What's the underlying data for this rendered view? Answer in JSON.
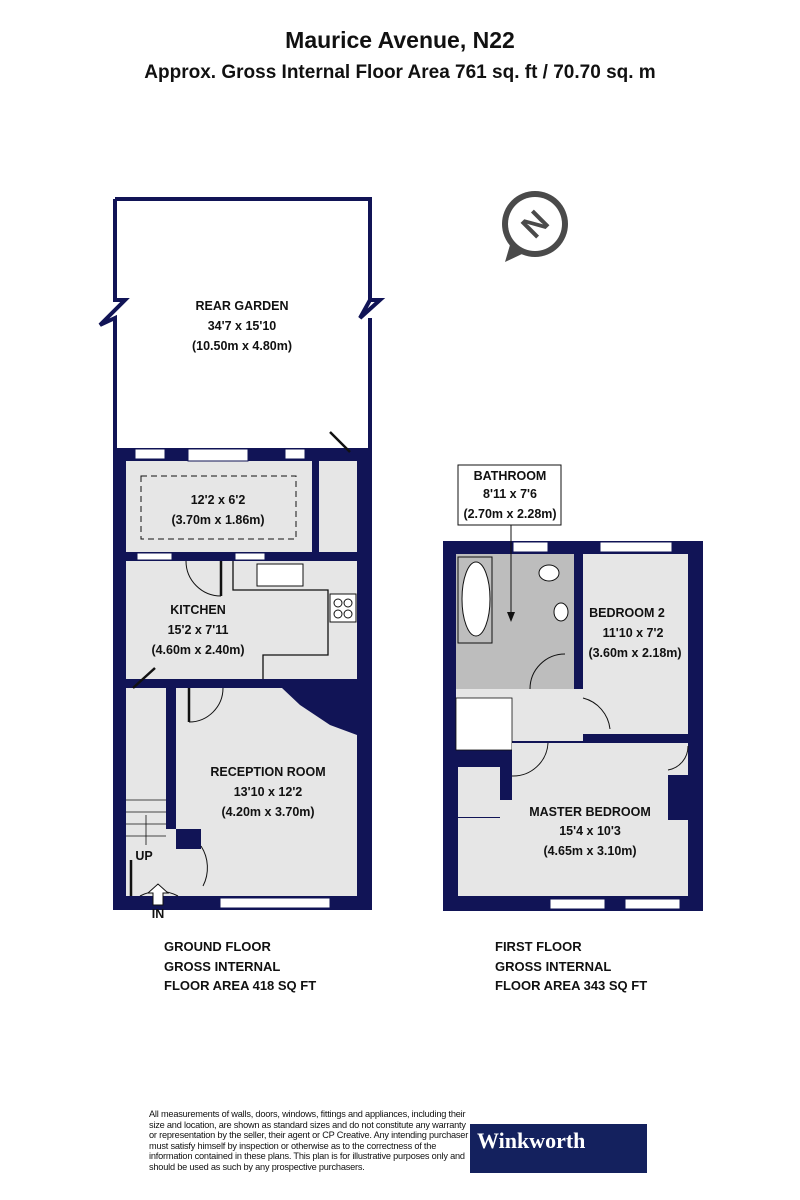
{
  "header": {
    "title": "Maurice Avenue, N22",
    "subtitle": "Approx. Gross Internal Floor Area 761 sq. ft / 70.70 sq. m"
  },
  "colors": {
    "walls": "#111456",
    "floor": "#e6e6e6",
    "logo_bg": "#14215e"
  },
  "compass": {
    "icon": "north-arrow-icon",
    "letter": "N"
  },
  "ground_floor": {
    "rooms": [
      {
        "name": "REAR GARDEN",
        "imperial": "34'7 x 15'10",
        "metric": "(10.50m x 4.80m)"
      },
      {
        "name": "",
        "imperial": "12'2 x 6'2",
        "metric": "(3.70m x 1.86m)"
      },
      {
        "name": "KITCHEN",
        "imperial": "15'2 x 7'11",
        "metric": "(4.60m x 2.40m)"
      },
      {
        "name": "RECEPTION ROOM",
        "imperial": "13'10 x 12'2",
        "metric": "(4.20m x 3.70m)"
      }
    ],
    "up_label": "UP",
    "in_label": "IN",
    "area_lines": [
      "GROUND FLOOR",
      "GROSS INTERNAL",
      "FLOOR AREA 418 SQ FT"
    ]
  },
  "first_floor": {
    "rooms": [
      {
        "name": "BATHROOM",
        "imperial": "8'11 x 7'6",
        "metric": "(2.70m x 2.28m)"
      },
      {
        "name": "BEDROOM 2",
        "imperial": "11'10 x 7'2",
        "metric": "(3.60m x 2.18m)"
      },
      {
        "name": "MASTER BEDROOM",
        "imperial": "15'4 x 10'3",
        "metric": "(4.65m x 3.10m)"
      }
    ],
    "area_lines": [
      "FIRST FLOOR",
      "GROSS INTERNAL",
      "FLOOR AREA 343 SQ FT"
    ]
  },
  "footer": {
    "disclaimer": "All measurements of walls, doors, windows, fittings and appliances, including their size and location, are shown as standard sizes and do not constitute any warranty or representation by the seller, their agent or CP Creative. Any intending purchaser must satisfy himself by inspection or otherwise as to the correctness of the information contained in these plans. This plan is for illustrative purposes only and should be used as such by any prospective purchasers.",
    "logo": "Winkworth"
  }
}
